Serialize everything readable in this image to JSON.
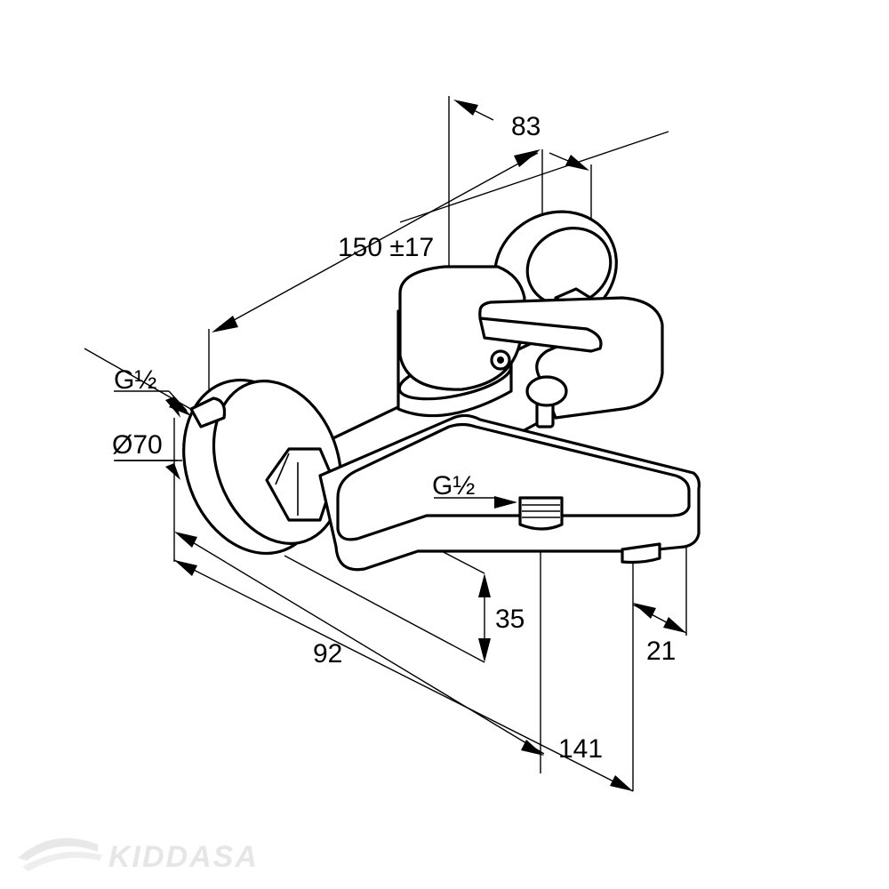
{
  "dimensions": {
    "width_top": "83",
    "center_distance": "150 ±17",
    "inlet_thread": "G½",
    "rosette_diameter": "Ø70",
    "outlet_thread": "G½",
    "spout_height": "35",
    "depth_wall": "92",
    "spout_width": "21",
    "total_projection": "141"
  },
  "watermark": {
    "text": "KIDDASA"
  }
}
